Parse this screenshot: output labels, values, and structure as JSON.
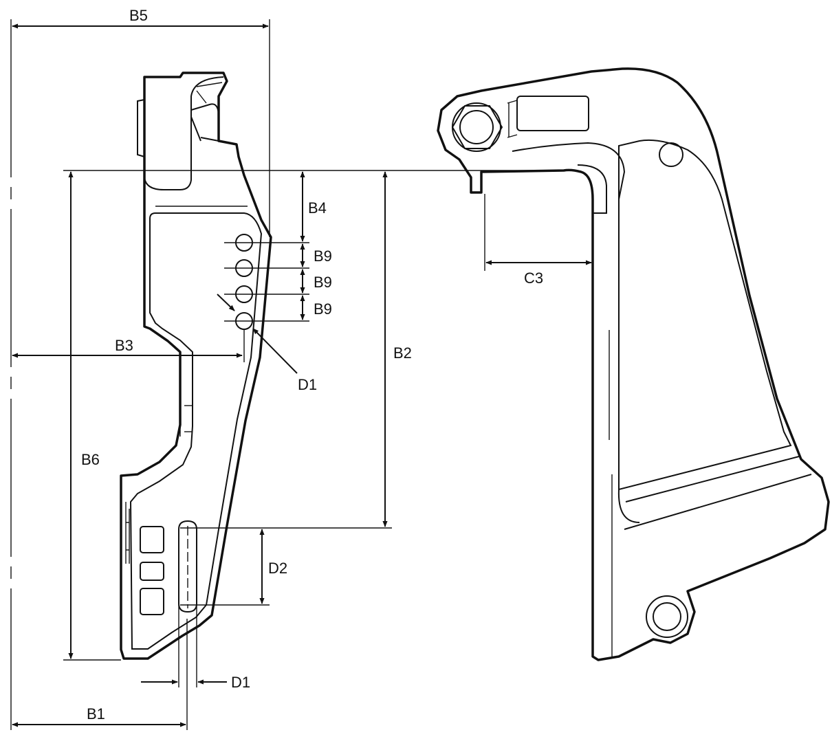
{
  "labels": {
    "b1": "B1",
    "b2": "B2",
    "b3": "B3",
    "b4": "B4",
    "b5": "B5",
    "b6": "B6",
    "b9_a": "B9",
    "b9_b": "B9",
    "b9_c": "B9",
    "c3": "C3",
    "d1_upper": "D1",
    "d1_lower": "D1",
    "d2": "D2"
  }
}
